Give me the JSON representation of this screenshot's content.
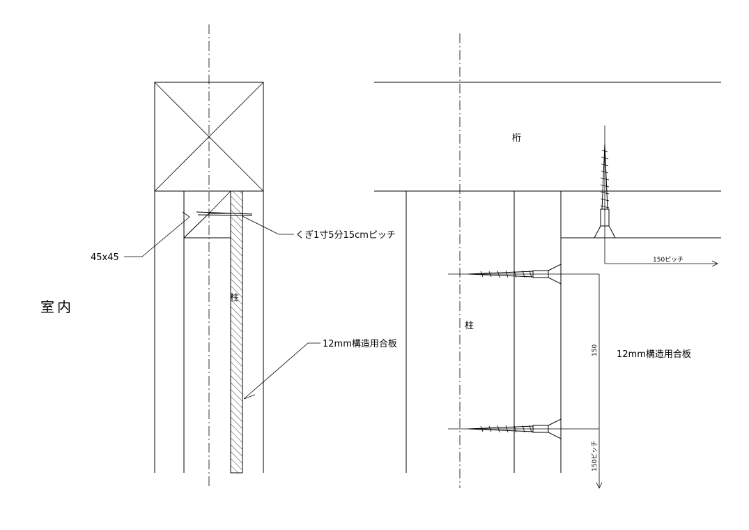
{
  "labels": {
    "room": "室内",
    "stud_size": "45x45",
    "nail_spec": "くぎ1寸5分15cmピッチ",
    "post_left": "柱",
    "plywood_left": "12mm構造用合板",
    "beam": "桁",
    "post_right": "柱",
    "plywood_right": "12mm構造用合板",
    "pitch_top": "150ピッチ",
    "dim_150": "150",
    "pitch_bottom": "150ピッチ"
  },
  "colors": {
    "line": "#000000",
    "background": "#ffffff"
  }
}
